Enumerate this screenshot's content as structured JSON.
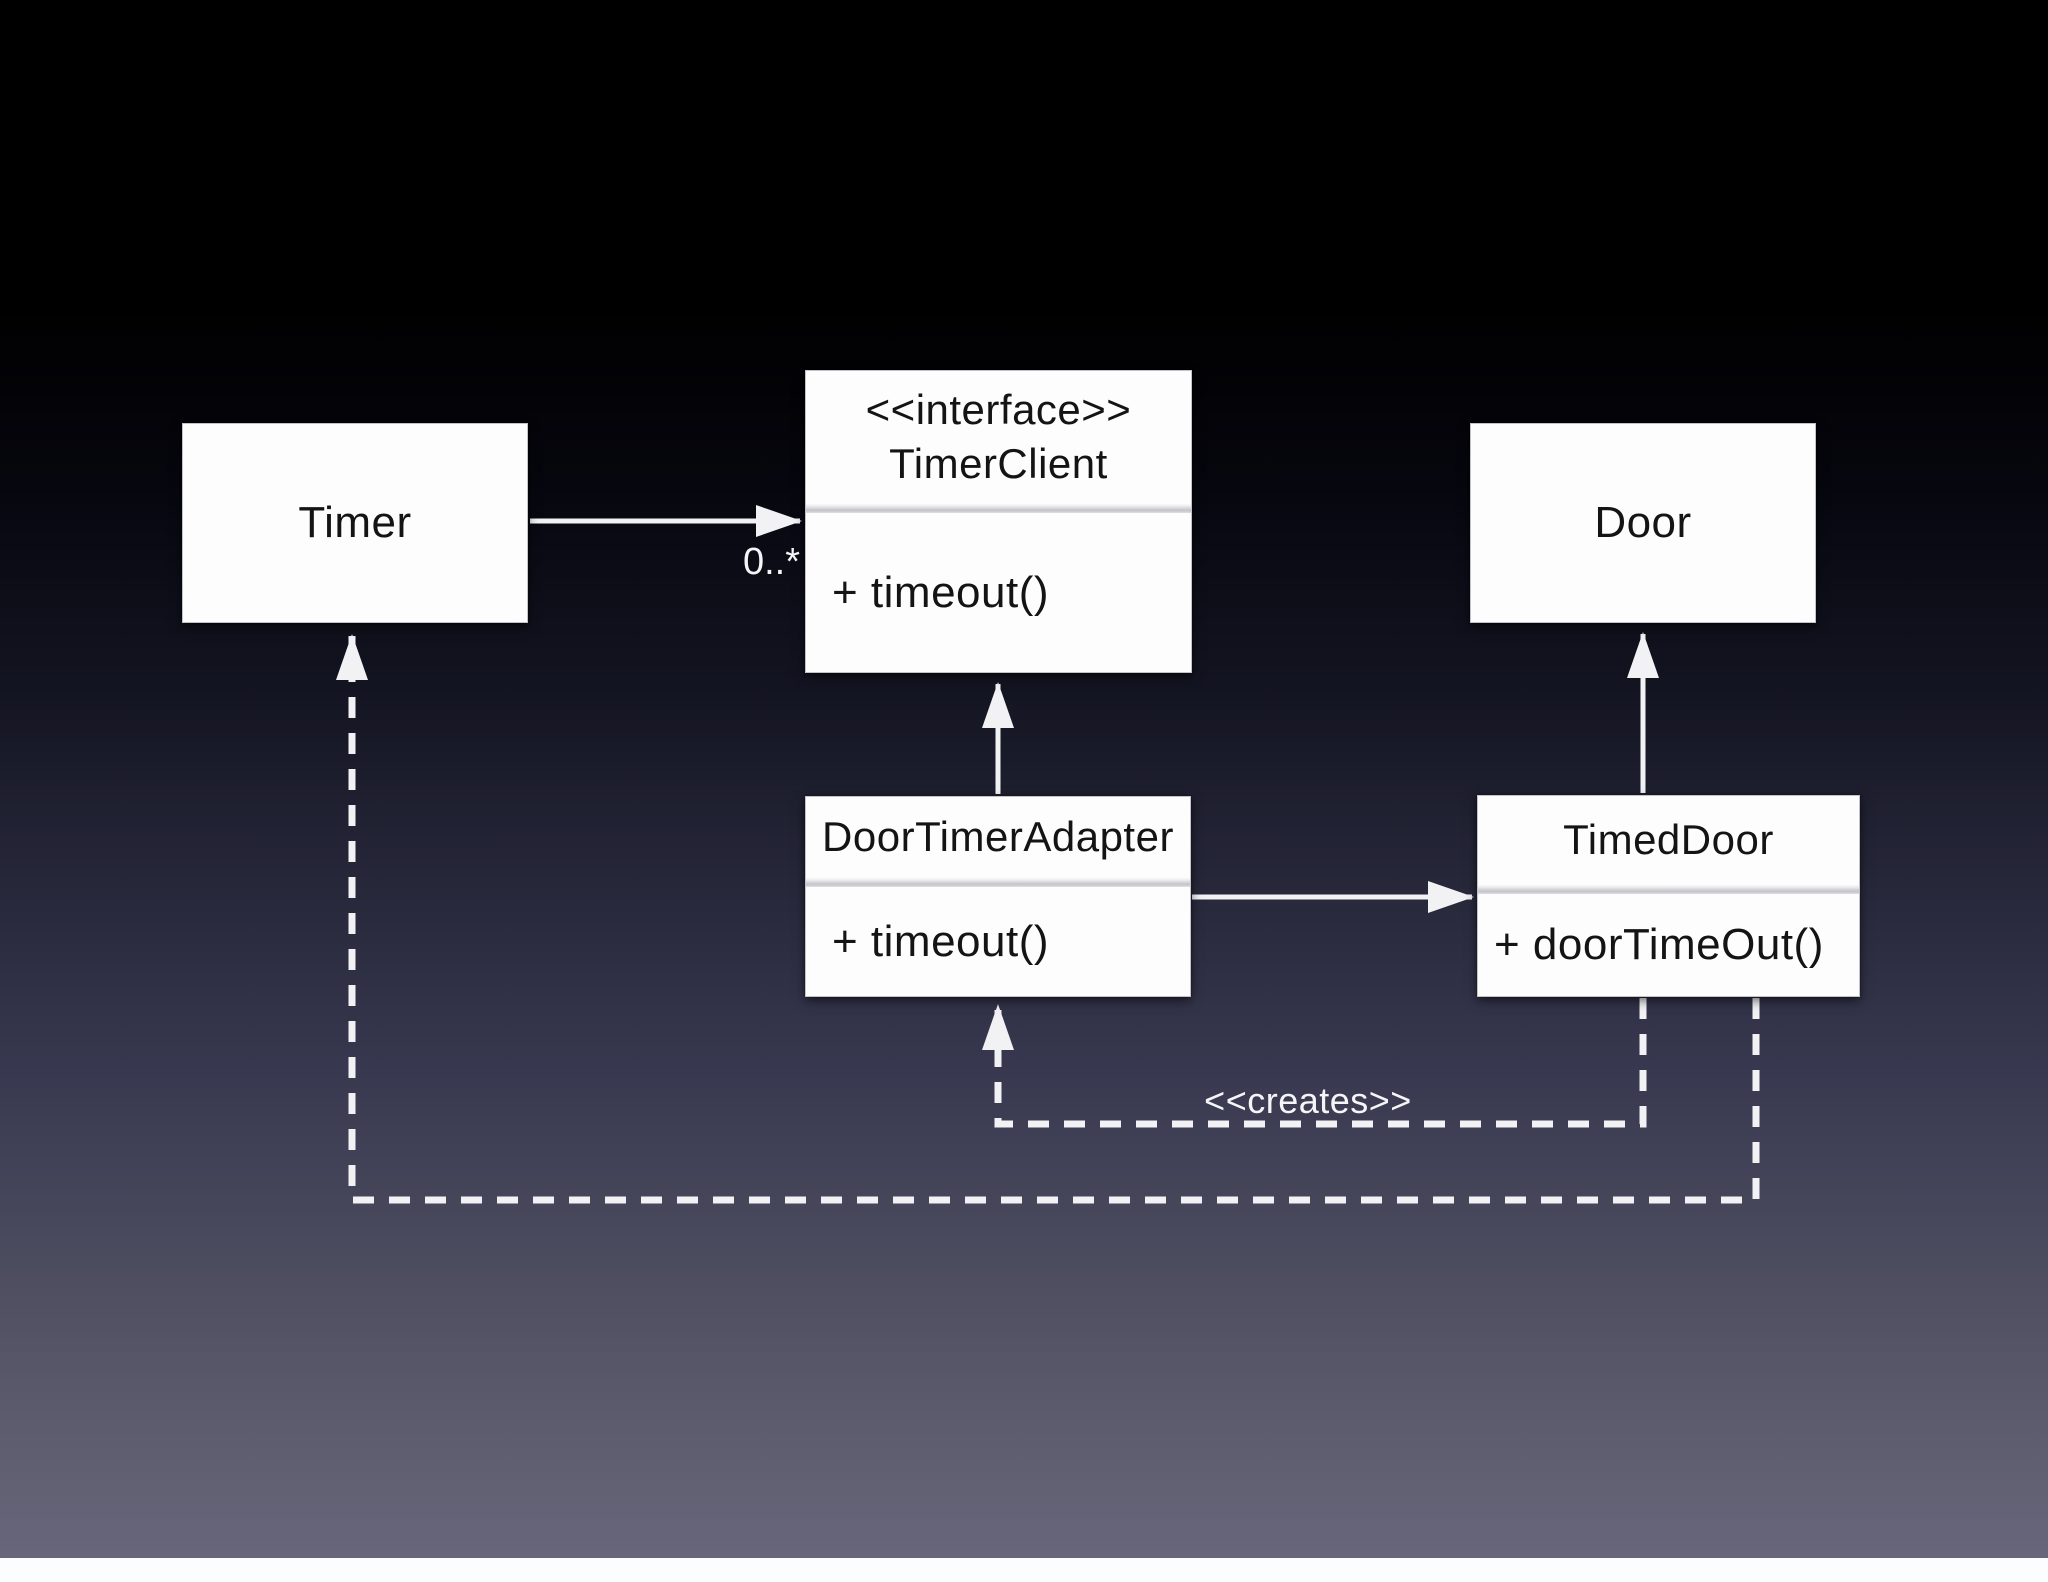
{
  "diagram": {
    "timer": {
      "name": "Timer"
    },
    "timer_client": {
      "stereotype": "<<interface>>",
      "name": "TimerClient",
      "method": "+ timeout()"
    },
    "door": {
      "name": "Door"
    },
    "door_timer_adapter": {
      "name": "DoorTimerAdapter",
      "method": "+ timeout()"
    },
    "timed_door": {
      "name": "TimedDoor",
      "method": "+ doorTimeOut()"
    },
    "labels": {
      "multiplicity": "0..*",
      "creates": "<<creates>>"
    }
  },
  "colors": {
    "background_top": "#000000",
    "background_bottom": "#68667a",
    "footer": "#fcfdfe",
    "box_fill": "#fdfdfd",
    "box_text": "#141414",
    "line": "#f2f2f5",
    "label_text": "#f5f5f8"
  }
}
